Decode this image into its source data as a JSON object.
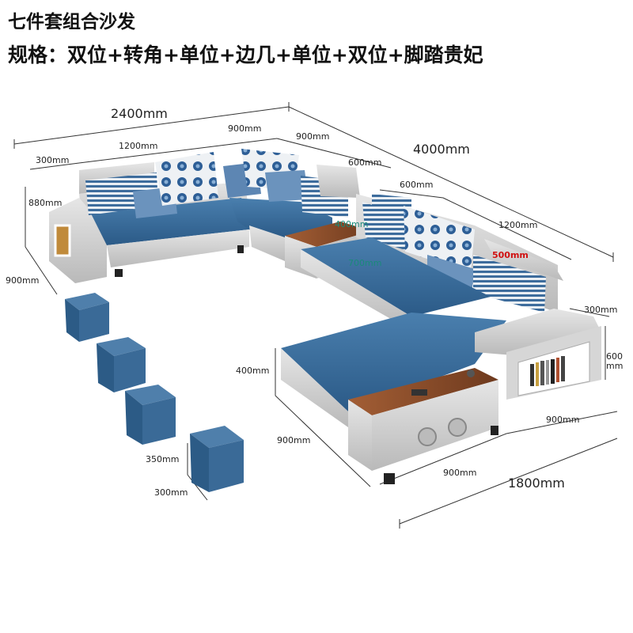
{
  "header": {
    "title": "七件套组合沙发",
    "spec": "规格：双位+转角+单位+边几+单位+双位+脚踏贵妃"
  },
  "dimensions": {
    "overall_width": "2400mm",
    "overall_length": "4000mm",
    "chaise_width": "1800mm",
    "arm_width": "300mm",
    "two_seat_width": "1200mm",
    "corner_width": "900mm",
    "corner_depth": "900mm",
    "single_width": "600mm",
    "single_width_2": "600mm",
    "right_two_seat": "1200mm",
    "back_height": "880mm",
    "left_depth": "900mm",
    "side_table_w": "400mm",
    "side_table_l": "700mm",
    "headrest": "500mm",
    "right_arm": "300mm",
    "arm_height": "600",
    "arm_height_unit": "mm",
    "chaise_section": "900mm",
    "chaise_front": "900mm",
    "chaise_depth": "900mm",
    "seat_height": "400mm",
    "ottoman_h": "350mm",
    "ottoman_w": "300mm"
  },
  "colors": {
    "cushion": "#2f5f8f",
    "frame": "#d5d5d5",
    "wood": "#8a4b2a",
    "accent_red": "#d01010"
  }
}
